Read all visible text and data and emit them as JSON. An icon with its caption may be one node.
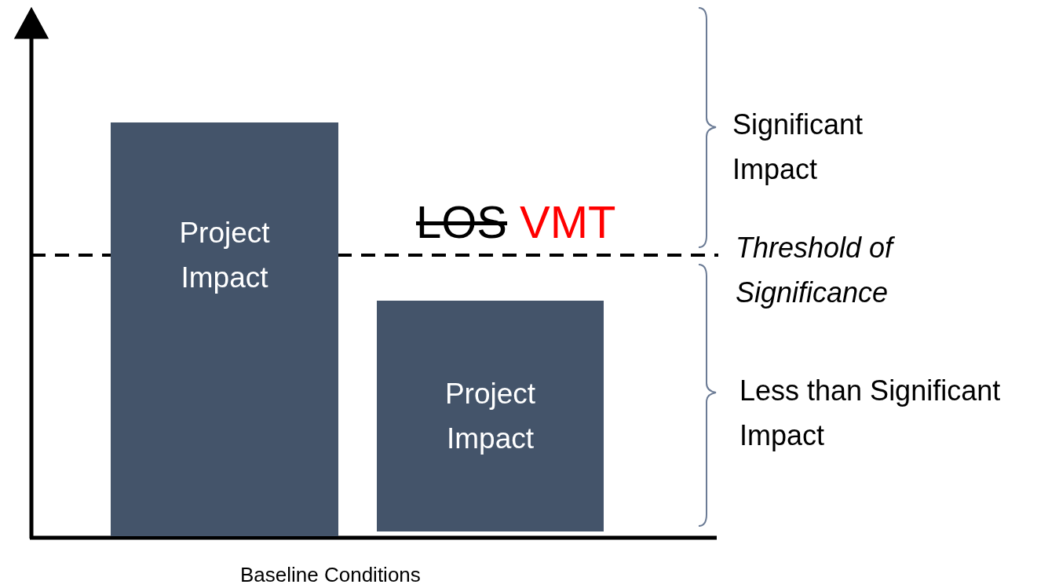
{
  "diagram": {
    "nodes": [
      {
        "text": [
          "Project Impact"
        ]
      },
      {
        "text": [
          "Project Impact"
        ]
      }
    ],
    "labels": [
      "Significant Impact",
      "LOS",
      "VMT",
      "Threshold of Significance",
      "Less than Significant Impact",
      "Baseline Conditions"
    ]
  }
}
